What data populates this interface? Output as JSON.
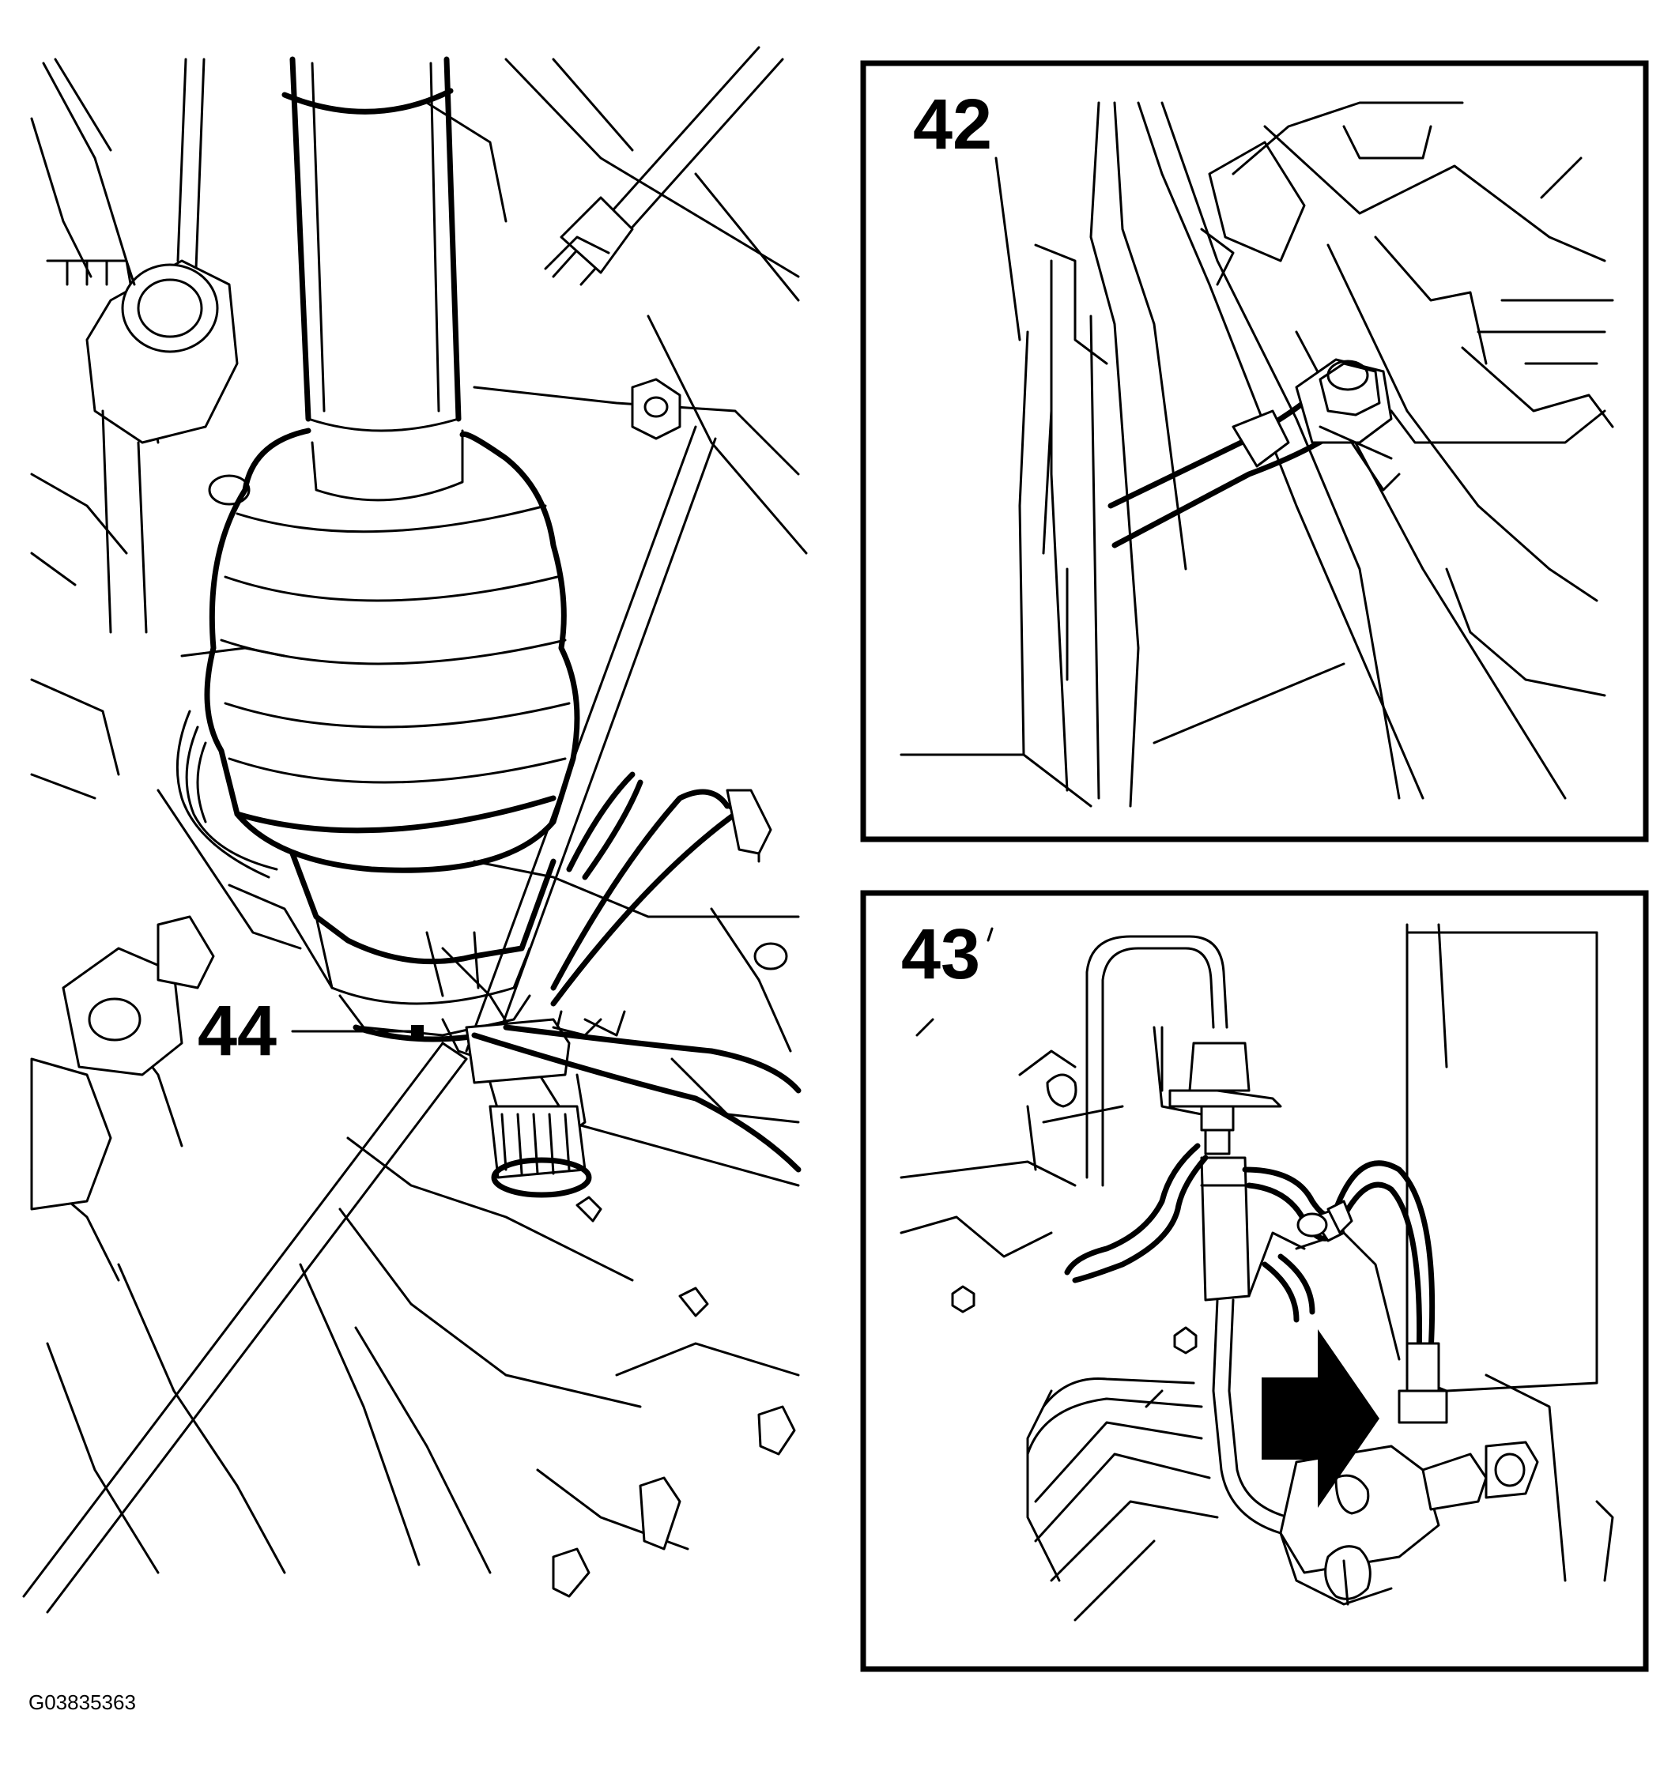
{
  "callouts": {
    "main_part": "44",
    "step_top": "42",
    "step_bottom": "43"
  },
  "figure_id": "G03835363",
  "colors": {
    "ink": "#000000",
    "paper": "#ffffff"
  },
  "icons": {
    "direction_marker": "arrow-right-icon"
  }
}
